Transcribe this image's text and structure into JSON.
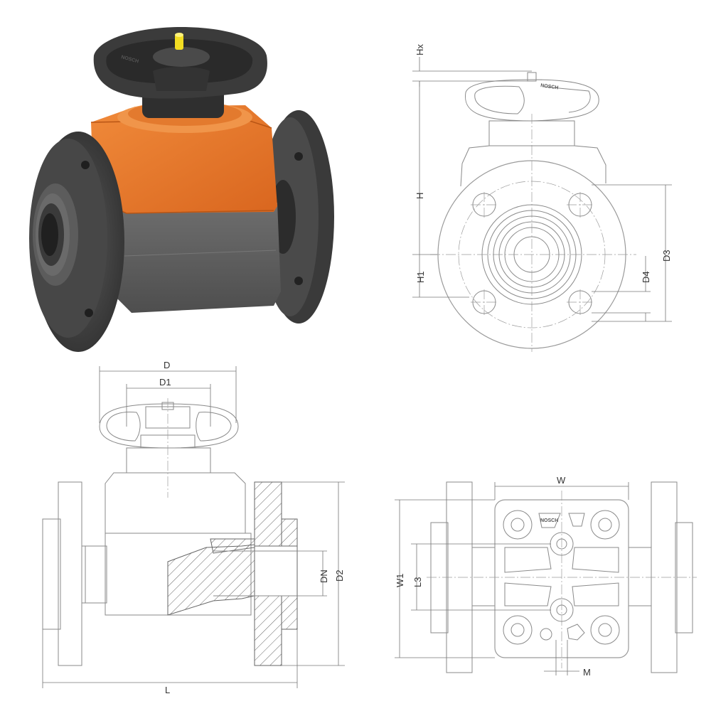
{
  "labels": {
    "hx": "Hx",
    "h": "H",
    "h1": "H1",
    "d3": "D3",
    "d4": "D4",
    "d": "D",
    "d1": "D1",
    "dn": "DN",
    "d2": "D2",
    "l": "L",
    "w": "W",
    "w1": "W1",
    "l3": "L3",
    "m": "M"
  },
  "brand_text": "NOSCH",
  "colors": {
    "body_orange": "#e8762b",
    "body_grey": "#5f5f5f",
    "handwheel": "#3b3b3b",
    "flange": "#454545",
    "indicator": "#f2dd22",
    "line": "#8a8a8a"
  }
}
